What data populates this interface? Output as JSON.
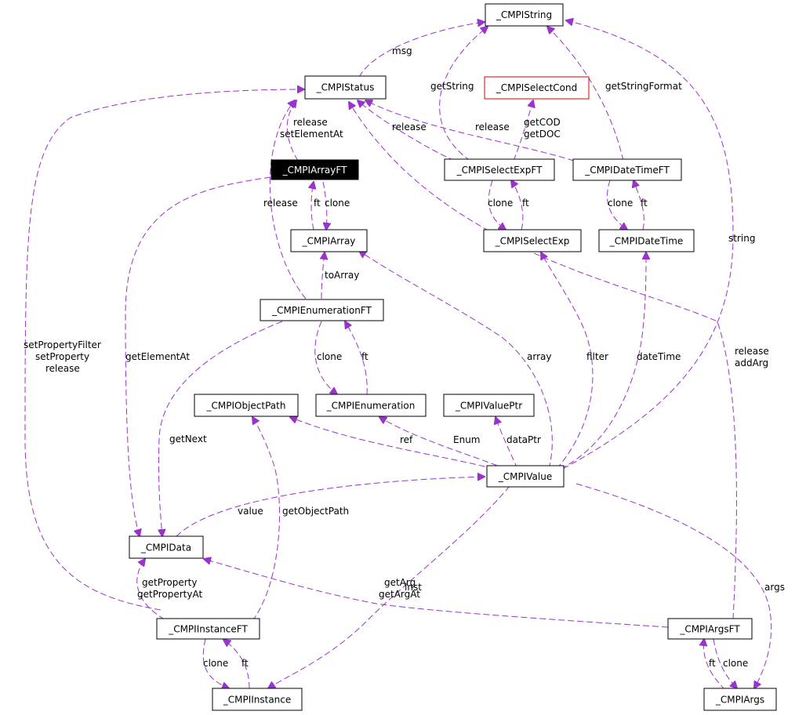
{
  "colors": {
    "edge": "#9a32cd",
    "highlight_fill": "#000000",
    "external_border": "#e00000"
  },
  "nodes": {
    "cmpi_string": "_CMPIString",
    "cmpi_status": "_CMPIStatus",
    "cmpi_select_cond": "_CMPISelectCond",
    "cmpi_array_ft": "_CMPIArrayFT",
    "cmpi_select_exp_ft": "_CMPISelectExpFT",
    "cmpi_date_time_ft": "_CMPIDateTimeFT",
    "cmpi_array": "_CMPIArray",
    "cmpi_select_exp": "_CMPISelectExp",
    "cmpi_date_time": "_CMPIDateTime",
    "cmpi_enumeration_ft": "_CMPIEnumerationFT",
    "cmpi_object_path": "_CMPIObjectPath",
    "cmpi_enumeration": "_CMPIEnumeration",
    "cmpi_value_ptr": "_CMPIValuePtr",
    "cmpi_value": "_CMPIValue",
    "cmpi_data": "_CMPIData",
    "cmpi_instance_ft": "_CMPIInstanceFT",
    "cmpi_args_ft": "_CMPIArgsFT",
    "cmpi_instance": "_CMPIInstance",
    "cmpi_args": "_CMPIArgs"
  },
  "labels": {
    "msg": "msg",
    "get_string": "getString",
    "get_string_format": "getStringFormat",
    "release_set_element_at_1": "release",
    "release_set_element_at_2": "setElementAt",
    "release_a": "release",
    "release_b": "release",
    "get_cod": "getCOD",
    "get_doc": "getDOC",
    "release_arrayft": "release",
    "ft_array": "ft",
    "clone_array": "clone",
    "clone_selexp": "clone",
    "ft_selexp": "ft",
    "clone_dt": "clone",
    "ft_dt": "ft",
    "string": "string",
    "to_array": "toArray",
    "set_property_filter": "setPropertyFilter",
    "set_property": "setProperty",
    "release_inst": "release",
    "get_element_at": "getElementAt",
    "clone_enum": "clone",
    "ft_enum": "ft",
    "array": "array",
    "filter": "filter",
    "date_time": "dateTime",
    "release_args": "release",
    "add_arg": "addArg",
    "get_next": "getNext",
    "ref": "ref",
    "enum": "Enum",
    "data_ptr": "dataPtr",
    "value": "value",
    "get_object_path": "getObjectPath",
    "get_property": "getProperty",
    "get_property_at": "getPropertyAt",
    "get_arg": "getArg",
    "get_arg_at": "getArgAt",
    "inst": "inst",
    "args": "args",
    "clone_inst": "clone",
    "ft_inst": "ft",
    "ft_args": "ft",
    "clone_args": "clone"
  }
}
